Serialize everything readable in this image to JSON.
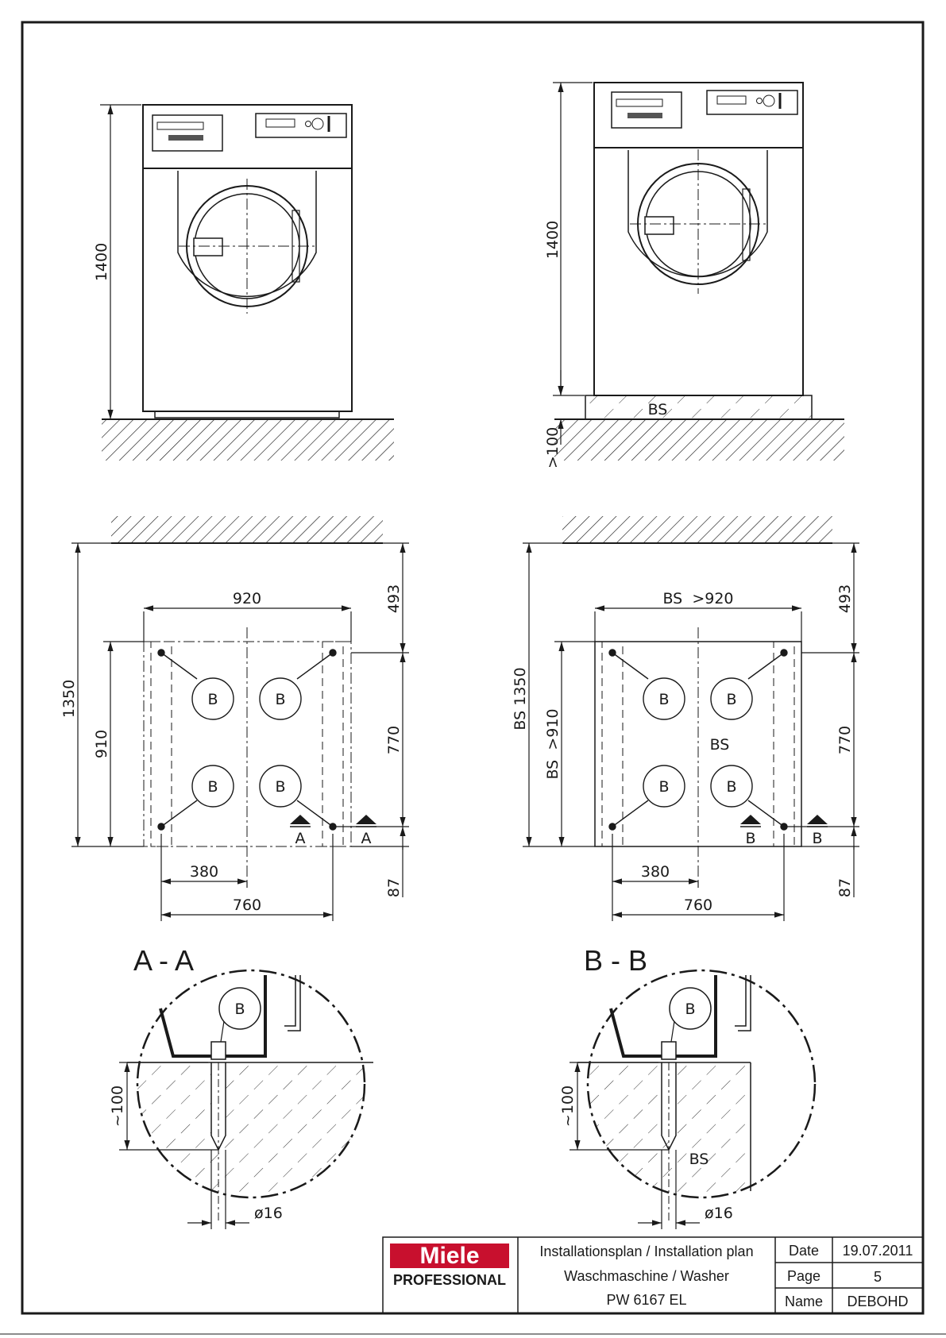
{
  "views": {
    "front": {
      "height": "1400"
    },
    "front_bs": {
      "height": "1400",
      "base": "BS",
      "min_base": ">100"
    }
  },
  "plan_a": {
    "width": "920",
    "depth_total": "1350",
    "depth": "910",
    "rear": "493",
    "bolt_span": "770",
    "front": "87",
    "half": "380",
    "bolt_width": "760",
    "bolt": "B",
    "section": "A"
  },
  "plan_b": {
    "width": "BS  >920",
    "depth_total": "BS 1350",
    "depth": "BS  >910",
    "rear": "493",
    "bolt_span": "770",
    "front": "87",
    "half": "380",
    "bolt_width": "760",
    "bolt": "B",
    "section": "B",
    "base": "BS"
  },
  "section_a": {
    "title": "A - A",
    "depth": "~100",
    "dia": "ø16",
    "bolt": "B"
  },
  "section_b": {
    "title": "B - B",
    "depth": "~100",
    "dia": "ø16",
    "bolt": "B",
    "base": "BS"
  },
  "title_block": {
    "brand": "Miele",
    "brand_sub": "PROFESSIONAL",
    "line1": "Installationsplan / Installation plan",
    "line2": "Waschmaschine / Washer",
    "line3": "PW 6167 EL",
    "date_label": "Date",
    "date_value": "19.07.2011",
    "page_label": "Page",
    "page_value": "5",
    "name_label": "Name",
    "name_value": "DEBOHD"
  },
  "colors": {
    "brand_red": "#c8102e",
    "ink": "#1a1a1a"
  }
}
